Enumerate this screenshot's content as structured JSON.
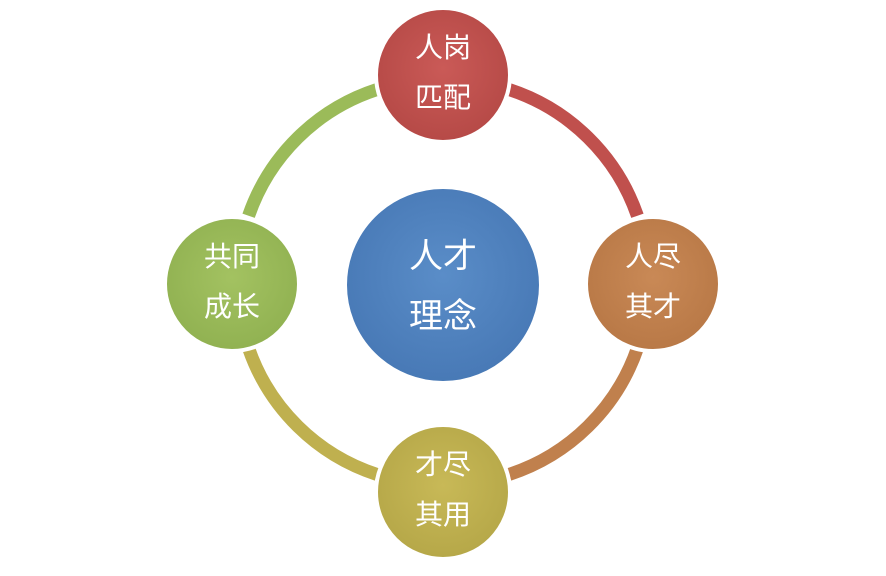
{
  "center": {
    "line1": "人才",
    "line2": "理念",
    "color": "#4F81BD"
  },
  "nodes": [
    {
      "id": "top",
      "line1": "人岗",
      "line2": "匹配",
      "color": "#C0504D"
    },
    {
      "id": "right",
      "line1": "人尽",
      "line2": "其才",
      "color": "#C0804D"
    },
    {
      "id": "bottom",
      "line1": "才尽",
      "line2": "其用",
      "color": "#BFB04F"
    },
    {
      "id": "left",
      "line1": "共同",
      "line2": "成长",
      "color": "#9BBB59"
    }
  ],
  "arc_colors": {
    "top_right": "#C0504D",
    "right_bottom": "#C0804D",
    "bottom_left": "#BFB04F",
    "left_top": "#9BBB59"
  }
}
